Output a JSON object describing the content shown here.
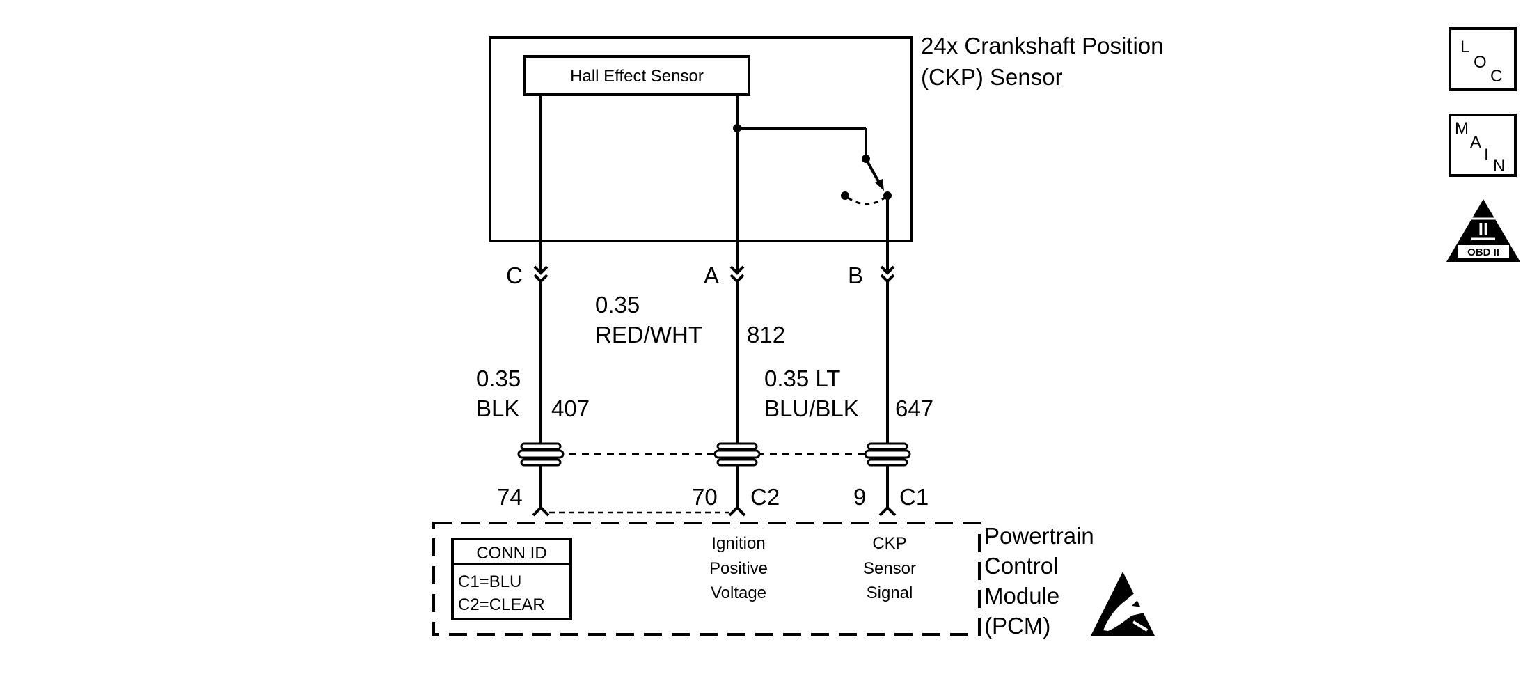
{
  "sensor": {
    "title_line1": "24x Crankshaft Position",
    "title_line2": "(CKP) Sensor",
    "inner_label": "Hall Effect Sensor"
  },
  "sensor_pins": {
    "c": "C",
    "a": "A",
    "b": "B"
  },
  "wires": {
    "black": {
      "size": "0.35",
      "color": "BLK",
      "circuit": "407"
    },
    "red_white": {
      "size": "0.35",
      "color": "RED/WHT",
      "circuit": "812"
    },
    "blue_black": {
      "size": "0.35 LT",
      "color": "BLU/BLK",
      "circuit": "647"
    }
  },
  "pcm_pins": {
    "p74": "74",
    "p70": "70",
    "c2": "C2",
    "p9": "9",
    "c1": "C1"
  },
  "pcm": {
    "title_lines": [
      "Powertrain",
      "Control",
      "Module",
      "(PCM)"
    ],
    "ignition_lines": [
      "Ignition",
      "Positive",
      "Voltage"
    ],
    "ckp_lines": [
      "CKP",
      "Sensor",
      "Signal"
    ],
    "conn_id": {
      "header": "CONN ID",
      "line1": "C1=BLU",
      "line2": "C2=CLEAR"
    }
  },
  "icons": {
    "loc": {
      "l": "L",
      "o": "O",
      "c": "C"
    },
    "main": {
      "m": "M",
      "a": "A",
      "i": "I",
      "n": "N"
    },
    "obd": {
      "roman": "II",
      "label": "OBD II"
    }
  }
}
